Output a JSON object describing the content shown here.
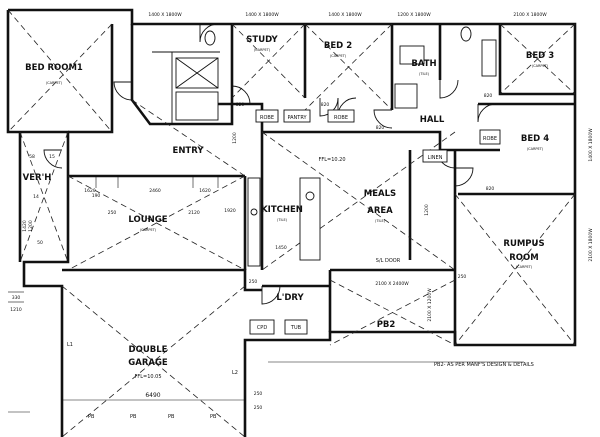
{
  "rooms": {
    "bed1": {
      "name": "BED ROOM1",
      "sub": "(CARPET)"
    },
    "study": {
      "name": "STUDY",
      "sub": "(CARPET)"
    },
    "bed2": {
      "name": "BED 2",
      "sub": "(CARPET)"
    },
    "bath": {
      "name": "BATH",
      "sub": "(TILE)"
    },
    "bed3": {
      "name": "BED 3",
      "sub": "(CARPET)"
    },
    "bed4": {
      "name": "BED 4",
      "sub": "(CARPET)"
    },
    "hall": {
      "name": "HALL"
    },
    "entry": {
      "name": "ENTRY"
    },
    "verh": {
      "name": "VER'H"
    },
    "lounge": {
      "name": "LOUNGE",
      "sub": "(CARPET)"
    },
    "kitchen": {
      "name": "KITCHEN",
      "sub": "(TILE)"
    },
    "meals": {
      "name": "MEALS",
      "name2": "AREA",
      "sub": "(TILE)"
    },
    "rumpus": {
      "name": "RUMPUS",
      "name2": "ROOM",
      "sub": "(CARPET)"
    },
    "ldry": {
      "name": "L'DRY"
    },
    "garage": {
      "name": "DOUBLE",
      "name2": "GARAGE",
      "sub": "FFL=10.05"
    },
    "pb2": {
      "name": "PB2"
    }
  },
  "labels": {
    "robe1": "ROBE",
    "pantry": "PANTRY",
    "robe2": "ROBE",
    "robe3": "ROBE",
    "linen": "LINEN",
    "ffl_main": "FFL=10.20",
    "sl_door": "S/L DOOR",
    "cpd": "CPD",
    "tub": "TUB",
    "pb2_note": "PB2- AS PER MANF'S DESIGN & DETAILS",
    "l1": "L1",
    "l2": "L2",
    "pb_a": "PB",
    "pb_b": "PB",
    "pb_c": "PB",
    "pb_d": "PB"
  },
  "dimensions": {
    "top_a": "1400 X 1800W",
    "top_b": "1400 X 1800W",
    "top_c": "1400 X 1800W",
    "top_d": "1200 X 1800W",
    "top_e": "2100 X 1800W",
    "bed3_right": "1400 X 1800W",
    "rumpus_right": "2100 X 1800W",
    "garage_top_door": "2100 X 2400W",
    "garage_width": "6490",
    "left_330": "330",
    "left_1210": "1210",
    "left_1620": "1620",
    "lounge_2460": "2460",
    "lounge_1620b": "1620",
    "lounge_1920": "1920",
    "lounge_250": "250",
    "lounge_2120": "2120",
    "dim_820a": "820",
    "dim_820b": "820",
    "dim_820c": "820",
    "dim_820d": "820",
    "dim_820e": "820",
    "dim_1450": "1450",
    "dim_250a": "250",
    "dim_250b": "250",
    "dim_250c": "250",
    "bottom_250": "250",
    "dim_1200a": "1200",
    "dim_1200b": "1200",
    "ver_58": "58",
    "ver_15": "15",
    "ver_14": "14",
    "ver_50": "50",
    "ver_1200": "1200",
    "ver_1420": "1420",
    "ver_190": "190",
    "ldry_door": "2100 X 1200W"
  }
}
